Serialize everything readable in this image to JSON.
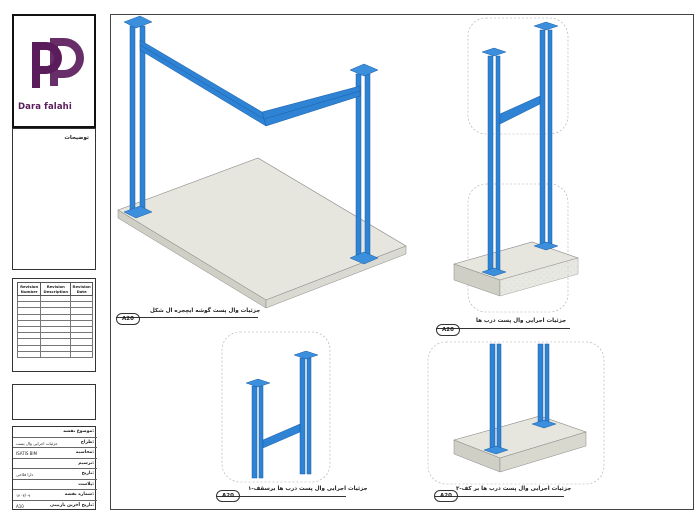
{
  "logo": {
    "brand_text": "Dara falahi",
    "brand_color": "#5b1c5c"
  },
  "notes": {
    "title": "توضیحات"
  },
  "revisions": {
    "headers": [
      "Revision Number",
      "Revision Description",
      "Revision Date"
    ],
    "rows": 10
  },
  "info": {
    "rows": [
      {
        "label": "موضوع نقشه:",
        "value": ""
      },
      {
        "label": "طراح:",
        "value": "جزئیات اجرایی وال پست"
      },
      {
        "label": "محاسبه:",
        "value": "ISATIS BIM"
      },
      {
        "label": "ترسیم:",
        "value": ""
      },
      {
        "label": "تاریخ:",
        "value": "دارا فلاحی"
      },
      {
        "label": "پلاست:",
        "value": ""
      },
      {
        "label": "شماره نقشه:",
        "value": "۱۴۰۳/۰۹"
      },
      {
        "label": "تاریخ آخرین بازبینی:",
        "value": ""
      }
    ],
    "bottom_value": "A10"
  },
  "drawings": [
    {
      "title": "جزئیات وال پست گوشه ایچجره ال شکل",
      "tag": "A20"
    },
    {
      "title": "جزئیات اجرایی وال پست درب ها",
      "tag": "A20"
    },
    {
      "title": "جزئیات اجرایی وال پست درب ها برسقف-۱",
      "tag": "A20"
    },
    {
      "title": "جزئیات اجرایی وال پست درب ها بر کف-۲",
      "tag": "A20"
    }
  ],
  "colors": {
    "steel": "#2e83d4",
    "steel_dark": "#1b5ea6",
    "slab": "#e8e8e0",
    "slab_side": "#d3d3ca"
  }
}
